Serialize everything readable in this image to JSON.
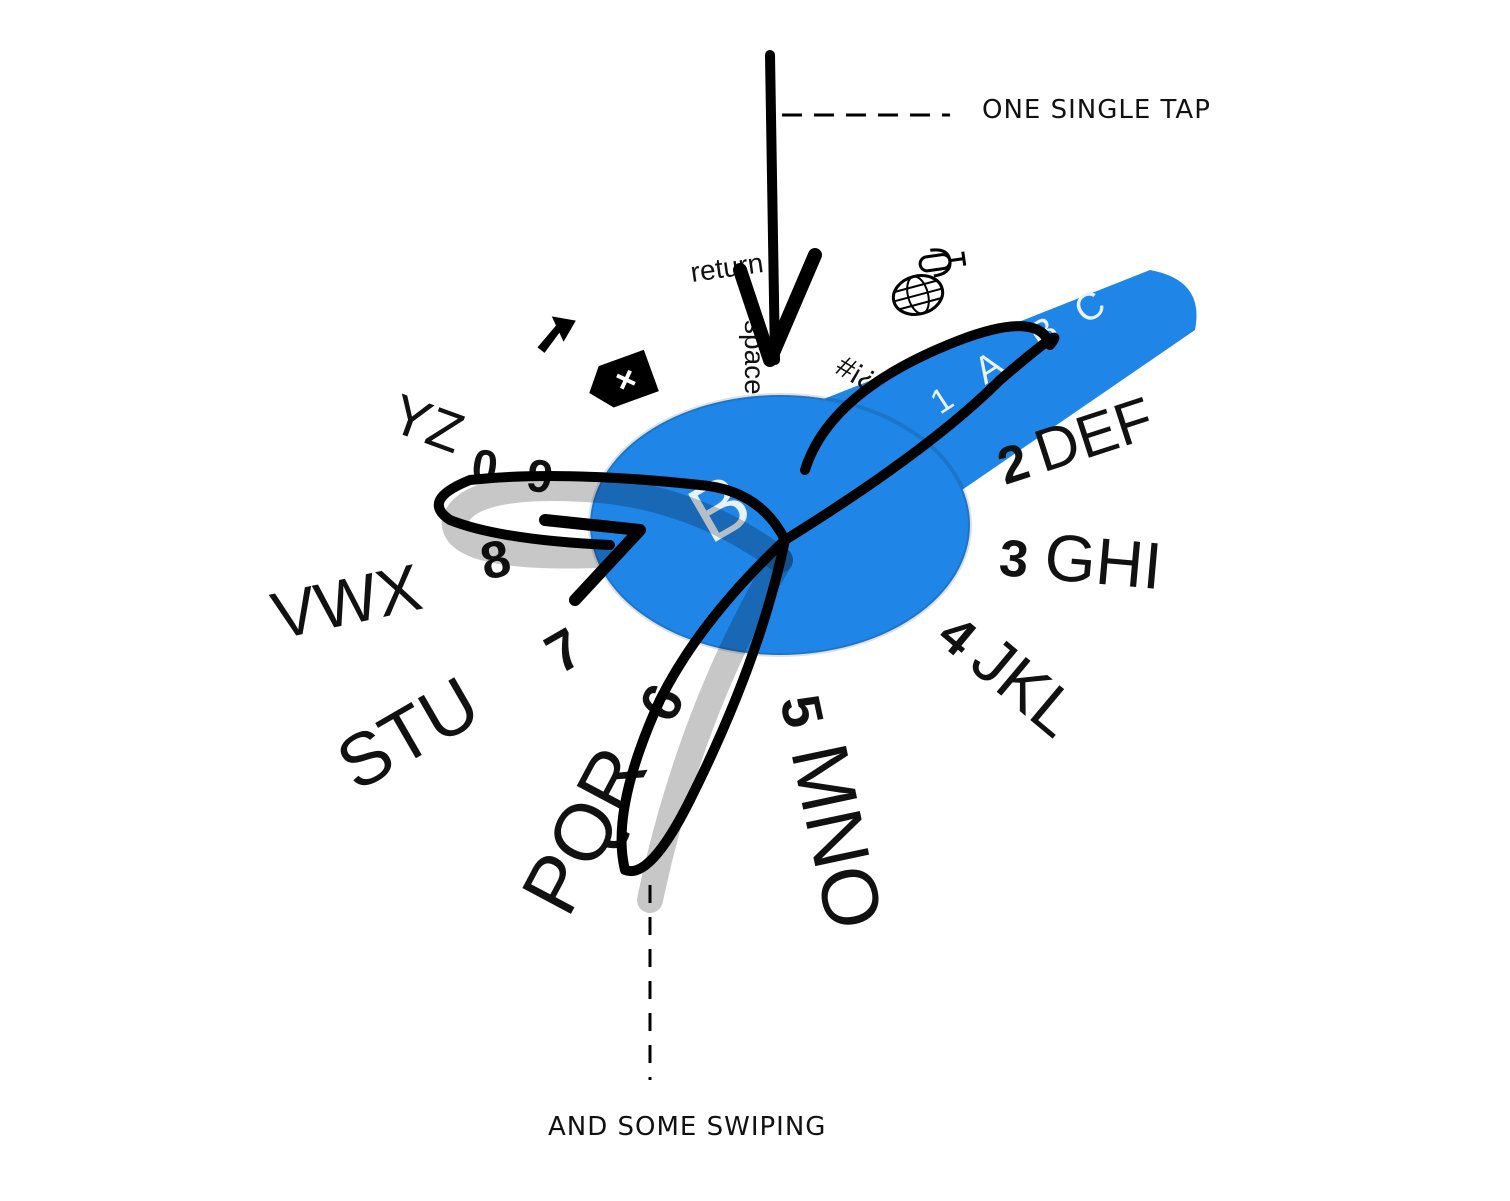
{
  "annotations": {
    "tap": "ONE SINGLE TAP",
    "swipe": "AND SOME SWIPING"
  },
  "center_key": "B",
  "arm_keys": [
    "1",
    "A",
    "B",
    "C"
  ],
  "dial_keys": [
    {
      "num": "2",
      "letters": "DEF"
    },
    {
      "num": "3",
      "letters": "GHI"
    },
    {
      "num": "4",
      "letters": "JKL"
    },
    {
      "num": "5",
      "letters": "MNO"
    },
    {
      "num": "6",
      "letters": "PQR"
    },
    {
      "num": "7",
      "letters": "STU"
    },
    {
      "num": "8",
      "letters": "VWX"
    },
    {
      "num": "9",
      "letters": "YZ"
    },
    {
      "num": "0",
      "letters": ""
    }
  ],
  "function_keys": {
    "return": "return",
    "space": "space",
    "symbols": "?!#"
  },
  "icons": [
    "shift-arrow-icon",
    "delete-icon",
    "globe-icon",
    "microphone-icon"
  ],
  "colors": {
    "accent": "#1f86e8",
    "ink": "#000000"
  }
}
